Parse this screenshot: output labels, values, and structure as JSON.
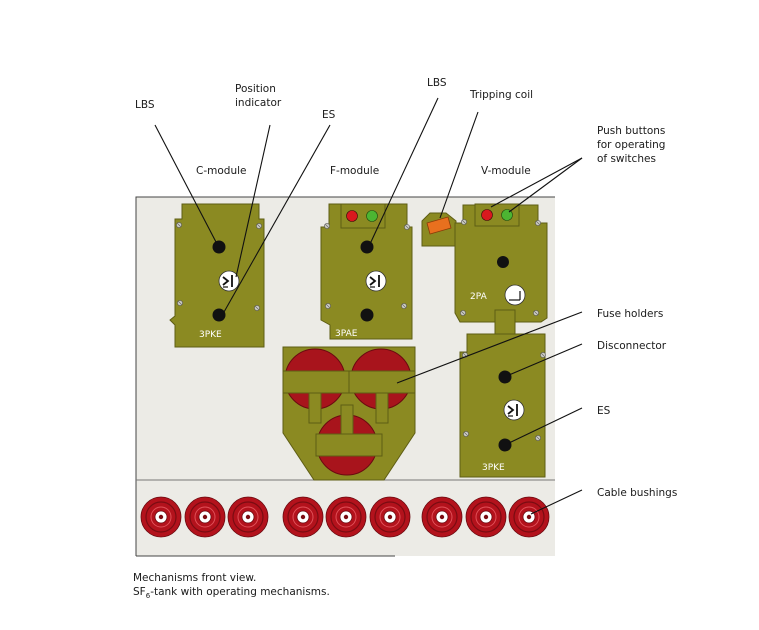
{
  "labels": {
    "c_lbs": "LBS",
    "position_indicator": "Position\nindicator",
    "c_es": "ES",
    "c_module": "C-module",
    "f_lbs": "LBS",
    "f_module": "F-module",
    "tripping_coil": "Tripping coil",
    "v_module": "V-module",
    "push_buttons": "Push buttons\nfor operating\nof switches",
    "fuse_holders": "Fuse holders",
    "disconnector": "Disconnector",
    "v_es": "ES",
    "cable_bushings": "Cable bushings"
  },
  "mechanisms": {
    "c": "3PKE",
    "f": "3PAE",
    "v_top": "2PA",
    "v_bottom": "3PKE"
  },
  "caption": {
    "line1": "Mechanisms front view.",
    "line2_pre": "SF",
    "line2_sub": "6",
    "line2_post": "-tank with operating mechanisms."
  },
  "colors": {
    "tank": "#ecebe6",
    "plate": "#8b8a22",
    "plate_stroke": "#5e5d14",
    "fuse": "#a8141c",
    "bushing": "#b3121c",
    "button_red": "#d8181e",
    "button_green": "#4cb532",
    "coil": "#e8701e"
  }
}
